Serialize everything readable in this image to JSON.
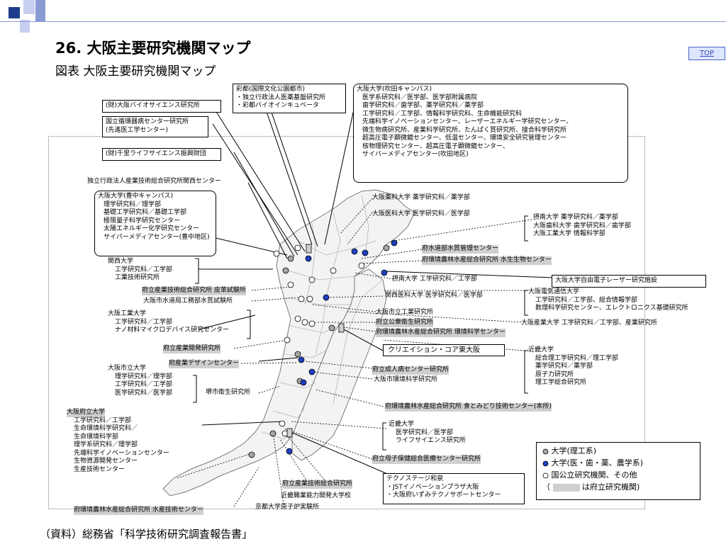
{
  "page": {
    "title": "26. 大阪主要研究機関マップ",
    "subtitle": "図表 大阪主要研究機関マップ",
    "top_button": "TOP",
    "source": "（資料）総務省「科学技術研究調査報告書」"
  },
  "boxes": {
    "saito": [
      "彩都(国際文化公園都市)",
      "・独立行政法人医薬基盤研究所",
      "・彩都バイオインキュベータ"
    ],
    "suita": [
      "大阪大学(吹田キャンパス)",
      "医学系研究科／医学部、医学部附属病院",
      "歯学研究科／歯学部、薬学研究科／薬学部",
      "工学研究科／工学部、情報科学研究科、生命機能研究科",
      "先端科学イノベーションセンター、レーザーエネルギー学研究センター、",
      "微生物病研究所、産業科学研究所、たんぱく質研究所、接合科学研究所",
      "超高圧電子顕微鏡センター、低温センター、環境安全研究管理センター",
      "核物理研究センター、超高圧電子顕微鏡センター、",
      "サイバーメディアセンター(吹田地区)"
    ],
    "bio": "(財)大阪バイオサイエンス研究所",
    "ncvc": [
      "国立循環器病センター研究所",
      "(先進医工学センター)"
    ],
    "senri": "(財)千里ライフサイエンス振興財団",
    "aist": "独立行政法人産業技術総合研究所関西センター",
    "toyonaka": [
      "大阪大学(豊中キャンパス)",
      "理学研究科／理学部",
      "基礎工学研究科／基礎工学部",
      "極限量子科学研究センター",
      "太陽エネルギー化学研究センター",
      "サイバーメディアセンター(豊中地区)"
    ],
    "kansai": [
      "関西大学",
      "工学研究科／工学部",
      "工業技術研究所"
    ],
    "sangi": "府立産業技術総合研究所 皮革試験所",
    "suido": "大阪市水道局工務部水質試験所",
    "oit": [
      "大阪工業大学",
      "工学研究科／工学部",
      "ナノ材料マイクロデバイス研究センター"
    ],
    "kaihatsu": "府立産業開発研究所",
    "design": "府産業デザインセンター",
    "ocu": [
      "大阪市立大学",
      "理学研究科／理学部",
      "工学研究科／工学部",
      "医学研究科／医学部"
    ],
    "sakai": "堺市衛生研究所",
    "opu": [
      "大阪府立大学",
      "工学研究科／工学部",
      "生命環境科学研究科／",
      "生命環境科学部",
      "理学系研究科／理学部",
      "先端科学イノベーションセンター",
      "生物資源開発センター",
      "生産技術センター"
    ],
    "suisan": "府環境農林水産総合研究所 水産技術センター",
    "kyodai": "京都大学原子炉実験所",
    "kinrou": "近畿職業能力開発大学校",
    "fusangi": "府立産業技術総合研究所",
    "boshi": "府立母子保健総合医療センター研究所",
    "techno": [
      "テクノステージ和泉",
      "・JSTイノベーションプラザ大阪",
      "・大阪府いずみテクノサポートセンター"
    ],
    "kindai": [
      "近畿大学",
      "医学研究科／医学部",
      "ライフサイエンス研究所"
    ],
    "shokuto": "府環境農林水産総合研究所 食とみどり技術センター(本所)",
    "seijin": "府立成人病センター研究所",
    "shikankyo": "大阪市環境科学研究所",
    "coa": "クリエイション・コア東大阪",
    "kogyo": "大阪市立工業研究所",
    "koshu": "府立公衆衛生研究所",
    "kankyo": "府環境農林水産総合研究所 環境科学センター",
    "oecu": [
      "大阪電気通信大学",
      "工学研究科／工学部、総合情報学部",
      "数理科学研究センター、エレクトロニクス基礎研究所"
    ],
    "osangyo": "大阪産業大学 工学研究科／工学部、産業研究所",
    "kindai2": [
      "近畿大学",
      "総合理工学研究科／理工学部",
      "薬学研究科／薬学部",
      "原子力研究所",
      "理工学総合研究所"
    ],
    "setsunan": "摂南大学 工学研究科／工学部",
    "medical": "関西医科大学 医学研究科／医学部",
    "fel": "大阪大学自由電子レーザー研究施設",
    "yakka": "大阪薬科大学 薬学研究科／薬学部",
    "ika": "大阪医科大学 医学研究科／医学部",
    "hirakata": [
      "摂南大学 薬学研究科／薬学部",
      "大阪歯科大学 歯学研究科／歯学部",
      "大阪工業大学 情報科学部"
    ],
    "suisanshiken": "府水道部水質管理センター",
    "seibutsu": "府環境農林水産総合研究所 水生生物センター"
  },
  "legend": {
    "rows": [
      "大学(理工系)",
      "大学(医・歯・薬、農学系)",
      "国公立研究機関、その他",
      "は府立研究機関)"
    ],
    "paren_open": "（"
  },
  "colors": {
    "nav_dark": "#1e3a8a",
    "nav_mid": "#8a9ad3",
    "nav_light": "#c7cff0",
    "dot_blue": "#1f3fbf",
    "dot_gray": "#a6a6a6",
    "shade": "#cfcfcf"
  }
}
